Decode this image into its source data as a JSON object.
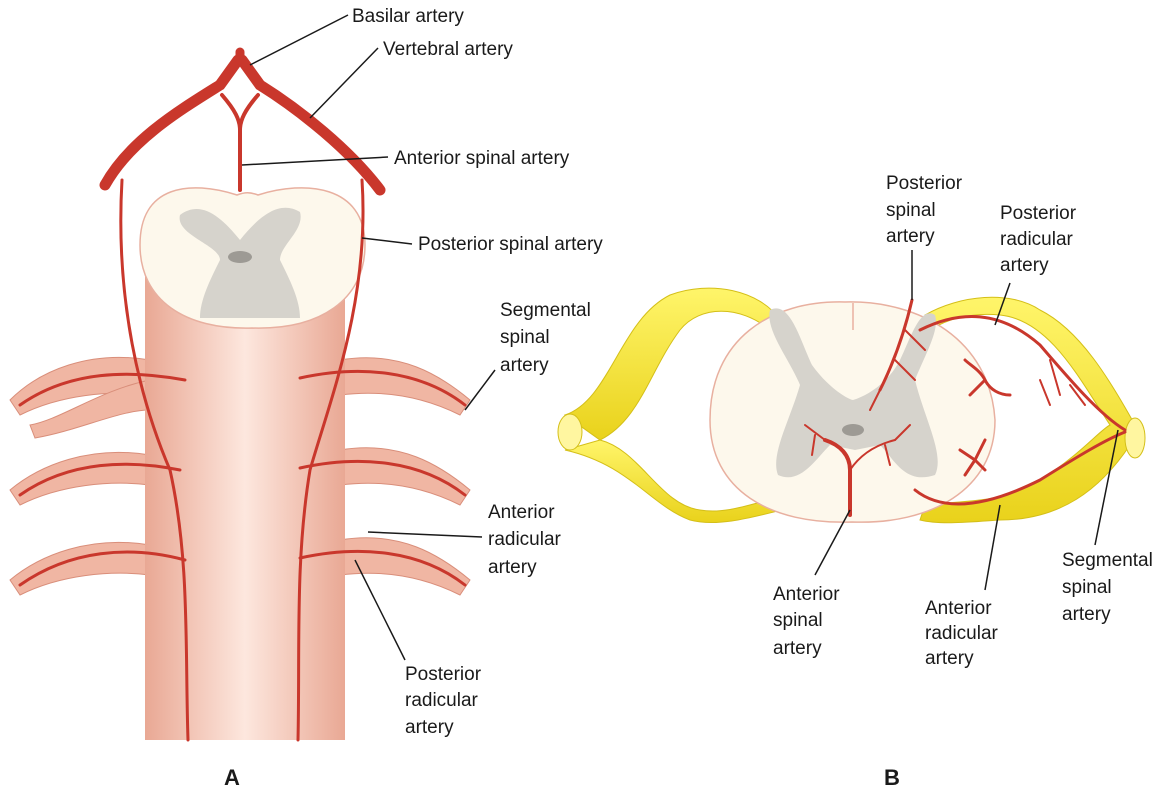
{
  "panel_a": {
    "letter": "A",
    "labels": {
      "basilar": [
        "Basilar artery"
      ],
      "vertebral": [
        "Vertebral artery"
      ],
      "anterior_spinal": [
        "Anterior spinal artery"
      ],
      "posterior_spinal": [
        "Posterior spinal artery"
      ],
      "segmental": [
        "Segmental",
        "spinal",
        "artery"
      ],
      "anterior_radicular": [
        "Anterior",
        "radicular",
        "artery"
      ],
      "posterior_radicular": [
        "Posterior",
        "radicular",
        "artery"
      ]
    }
  },
  "panel_b": {
    "letter": "B",
    "labels": {
      "posterior_spinal": [
        "Posterior",
        "spinal",
        "artery"
      ],
      "posterior_radicular": [
        "Posterior",
        "radicular",
        "artery"
      ],
      "anterior_spinal": [
        "Anterior",
        "spinal",
        "artery"
      ],
      "anterior_radicular": [
        "Anterior",
        "radicular",
        "artery"
      ],
      "segmental": [
        "Segmental",
        "spinal",
        "artery"
      ]
    }
  },
  "colors": {
    "artery": "#d7402f",
    "cord": "#f3c3b0",
    "grey_matter": "#d6d3cc",
    "nerve": "#f2e634",
    "white_matter": "#fdf8ec"
  }
}
